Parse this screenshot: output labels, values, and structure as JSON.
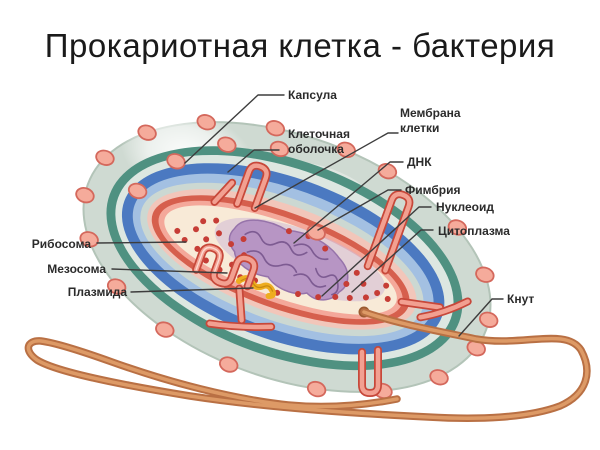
{
  "title": "Прокариотная клетка - бактерия",
  "diagram": {
    "type": "labeled-biology-diagram",
    "subject": "prokaryotic bacterial cell",
    "labels": {
      "kapsula": "Капсула",
      "kletochnaya_obolochka": "Клеточная оболочка",
      "membrana_kletki": "Мембрана клетки",
      "dnk": "ДНК",
      "fimbriya": "Фимбрия",
      "nukleoid": "Нуклеоид",
      "citoplazma": "Цитоплазма",
      "ribosoma": "Рибосома",
      "mezosoma": "Мезосома",
      "plazmida": "Плазмида",
      "knut": "Кнут"
    },
    "colors": {
      "capsule": "#cfdad2",
      "capsule_outline": "#b3c4b8",
      "cell_wall_teal": "#4f9181",
      "outer_gap": "#dde7e1",
      "membrane_blue": "#4b79c1",
      "membrane_light_blue": "#a3c0e2",
      "inner_gray": "#ccd8d2",
      "pink_band": "#f2c6ba",
      "inner_membrane_red": "#d65f4d",
      "inner_membrane_pink": "#f4a89a",
      "cytoplasm": "#f8ead7",
      "nucleoid": "#b795c4",
      "nucleoid_strands": "#7d5b92",
      "ribosome_dot": "#c63d36",
      "plasmid": "#eead1f",
      "fimbria": "#f5ab9b",
      "fimbria_outline": "#d4685c",
      "fold_red": "#c7483a",
      "fold_pink": "#f2a091",
      "flagellum": "#b97044",
      "flagellum_core": "#dd9a66",
      "leader_line": "#3d3d3d",
      "title_text": "#1a1a1a",
      "label_text": "#2b2b2b"
    }
  }
}
